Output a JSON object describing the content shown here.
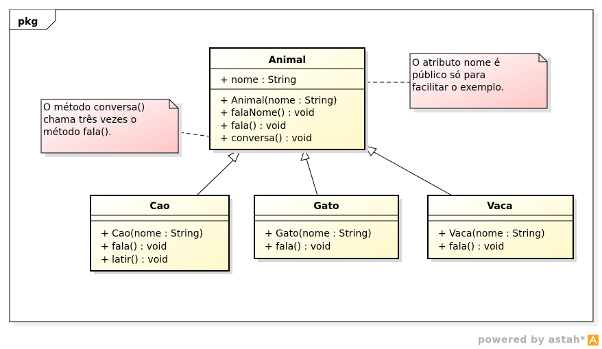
{
  "package": {
    "label": "pkg"
  },
  "classes": {
    "animal": {
      "name": "Animal",
      "attributes": [
        "+ nome : String"
      ],
      "operations": [
        "+ Animal(nome : String)",
        "+ falaNome() : void",
        "+ fala() : void",
        "+ conversa() : void"
      ]
    },
    "cao": {
      "name": "Cao",
      "attributes": [],
      "operations": [
        "+ Cao(nome : String)",
        "+ fala() : void",
        "+ latir() : void"
      ]
    },
    "gato": {
      "name": "Gato",
      "attributes": [],
      "operations": [
        "+ Gato(nome : String)",
        "+ fala() : void"
      ]
    },
    "vaca": {
      "name": "Vaca",
      "attributes": [],
      "operations": [
        "+ Vaca(nome : String)",
        "+ fala() : void"
      ]
    }
  },
  "notes": {
    "left": [
      "O método conversa()",
      "chama três vezes o",
      "método fala()."
    ],
    "right": [
      "O atributo nome é",
      "público só para",
      "facilitar o exemplo."
    ]
  },
  "footer": {
    "text": "powered by astah*"
  },
  "colors": {
    "class_fill": "#ffffe0",
    "class_border": "#000000",
    "note_fill": "#ffdada",
    "note_border": "#000000",
    "shadow": "#d8d8d8",
    "footer_text": "#b0b0b0",
    "astah_logo": "#f5a623"
  }
}
